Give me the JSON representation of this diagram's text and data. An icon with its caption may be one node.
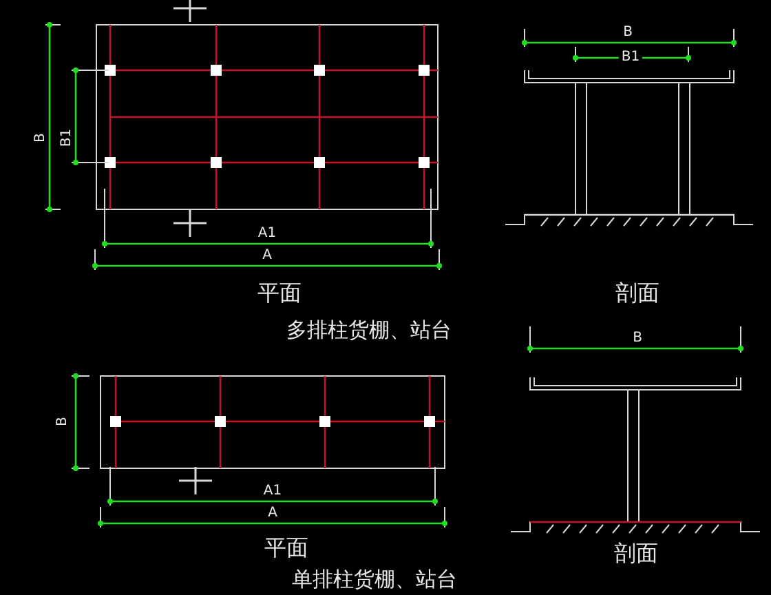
{
  "diagram": {
    "labels": [
      "B",
      "B1",
      "B",
      "B1",
      "A1",
      "A",
      "平面",
      "剖面",
      "多排柱货棚、站台",
      "B",
      "B",
      "A1",
      "A",
      "平面",
      "剖面",
      "单排柱货棚、站台"
    ]
  }
}
